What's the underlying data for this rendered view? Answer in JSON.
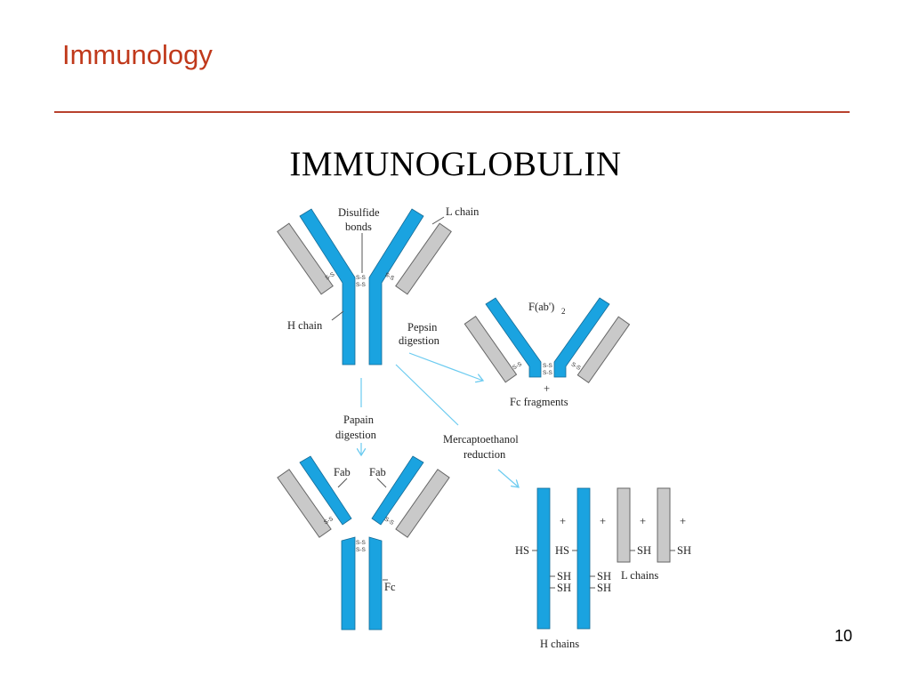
{
  "slide": {
    "title": "Immunology",
    "heading": "IMMUNOGLOBULIN",
    "page_number": "10"
  },
  "colors": {
    "heavy_chain": "#1aa3e0",
    "light_chain": "#c9c9c9",
    "arrow": "#6ccbf0",
    "title": "#c0391b"
  },
  "labels": {
    "disulfide_1": "Disulfide",
    "disulfide_2": "bonds",
    "l_chain": "L chain",
    "h_chain": "H chain",
    "pepsin_1": "Pepsin",
    "pepsin_2": "digestion",
    "fab2": "F(ab')",
    "fab2_sub": "2",
    "plus": "+",
    "fc_fragments": "Fc  fragments",
    "papain_1": "Papain",
    "papain_2": "digestion",
    "merc_1": "Mercaptoethanol",
    "merc_2": "reduction",
    "fab_left": "Fab",
    "fab_right": "Fab",
    "fc": "Fc",
    "hs": "HS",
    "sh": "SH",
    "l_chains": "L chains",
    "h_chains": "H chains",
    "ss": "S-S"
  }
}
